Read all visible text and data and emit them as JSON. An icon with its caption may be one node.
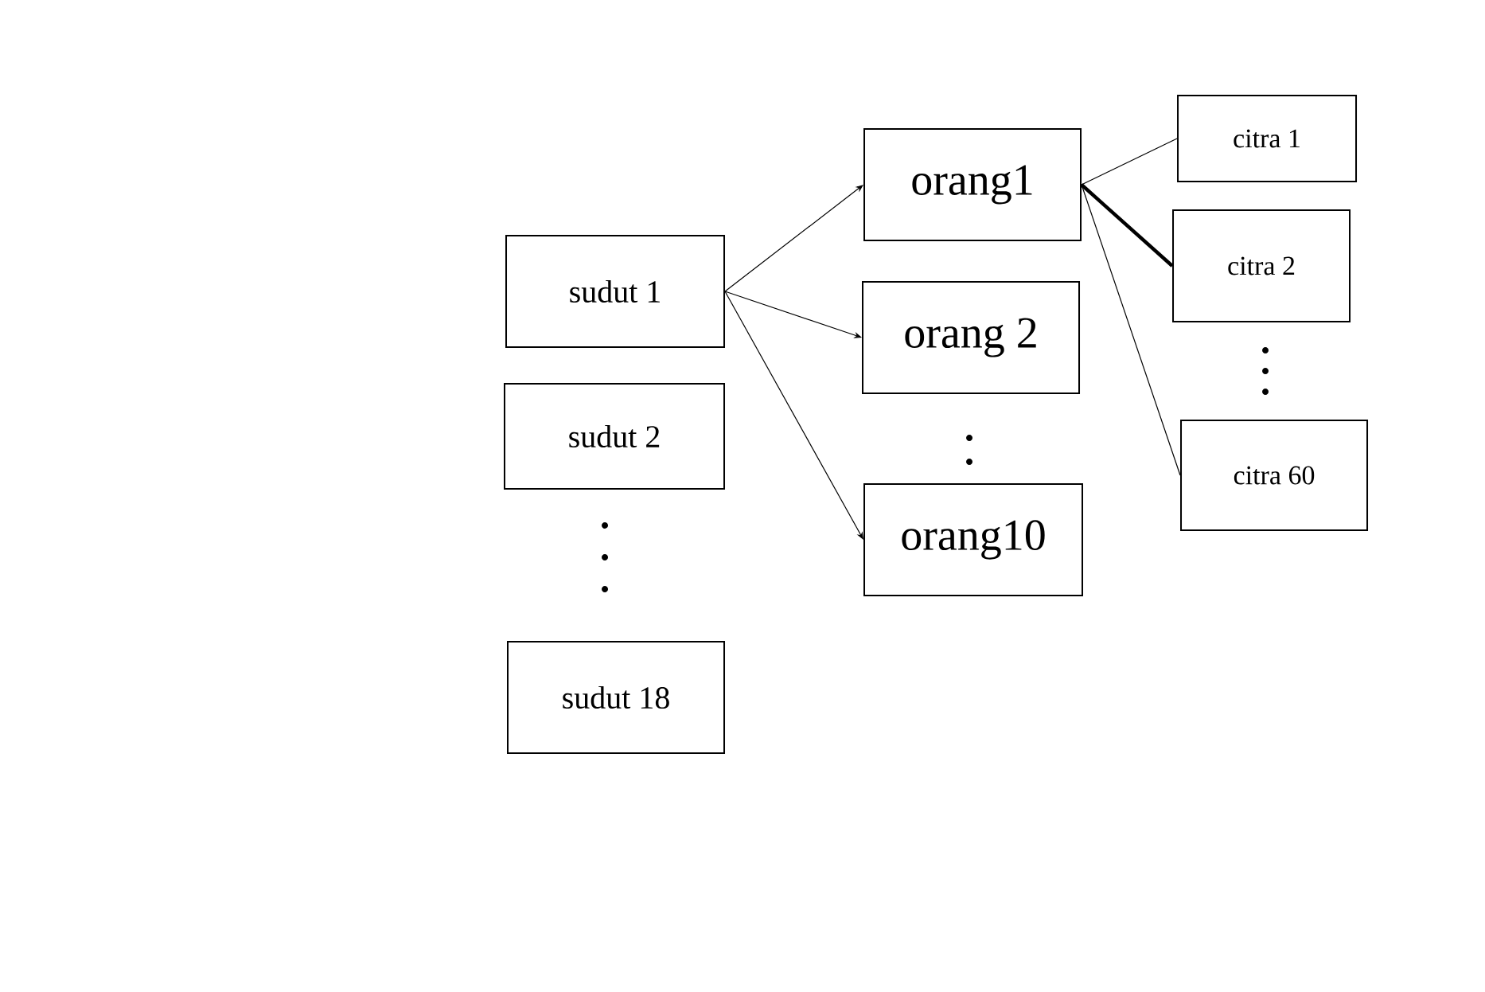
{
  "diagram": {
    "nodes": [
      {
        "text": [
          "sudut 1"
        ]
      },
      {
        "text": [
          "sudut 2"
        ]
      },
      {
        "text": [
          "sudut 18"
        ]
      },
      {
        "text": [
          "orang1"
        ]
      },
      {
        "text": [
          "orang 2"
        ]
      },
      {
        "text": [
          "orang10"
        ]
      },
      {
        "text": [
          "citra 1"
        ]
      },
      {
        "text": [
          "citra 2"
        ]
      },
      {
        "text": [
          "citra 60"
        ]
      }
    ],
    "edges": [
      {
        "from": 0,
        "to": 3,
        "arrow": "to"
      },
      {
        "from": 0,
        "to": 4,
        "arrow": "to"
      },
      {
        "from": 0,
        "to": 5,
        "arrow": "to"
      },
      {
        "from": 3,
        "to": 6,
        "arrow": "none"
      },
      {
        "from": 3,
        "to": 7,
        "arrow": "none",
        "style": "thick"
      },
      {
        "from": 3,
        "to": 8,
        "arrow": "none"
      }
    ]
  }
}
